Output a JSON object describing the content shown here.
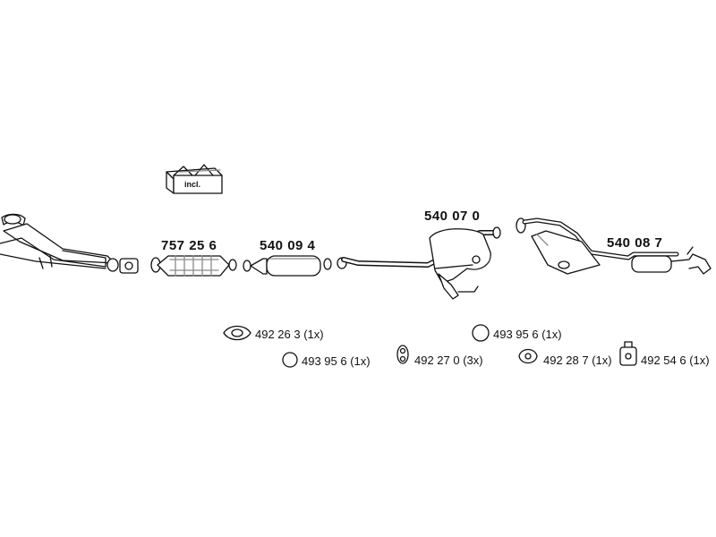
{
  "incl_box": {
    "text": "incl."
  },
  "parts": [
    {
      "number": "757 25 6"
    },
    {
      "number": "540 09 4"
    },
    {
      "number": "540 07 0"
    },
    {
      "number": "540 08 7"
    }
  ],
  "accessories": [
    {
      "label": "492 26 3 (1x)",
      "icon": "flange-gasket-icon"
    },
    {
      "label": "493 95 6 (1x)",
      "icon": "ring-gasket-icon"
    },
    {
      "label": "493 95 6 (1x)",
      "icon": "ring-gasket-icon"
    },
    {
      "label": "492 27 0 (3x)",
      "icon": "rubber-hanger-icon"
    },
    {
      "label": "492 28 7 (1x)",
      "icon": "rubber-mount-icon"
    },
    {
      "label": "492 54 6 (1x)",
      "icon": "rubber-bracket-icon"
    }
  ],
  "colors": {
    "line": "#111111",
    "fill": "#ffffff",
    "shade": "#8a8a8a"
  }
}
